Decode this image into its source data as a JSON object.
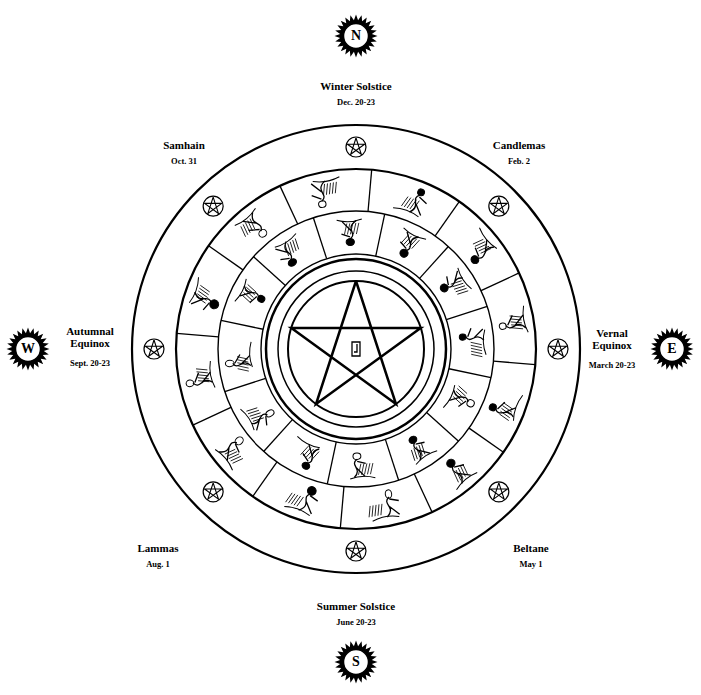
{
  "diagram": {
    "nodes": [
      {
        "text": [
          "N"
        ]
      },
      {
        "text": [
          "W"
        ]
      },
      {
        "text": [
          "E"
        ]
      },
      {
        "text": [
          "S"
        ]
      }
    ],
    "labels": [
      "Winter Solstice",
      "Dec. 20-23",
      "Candlemas",
      "Feb. 2",
      "Vernal Equinox",
      "March 20-23",
      "Beltane",
      "May 1",
      "Summer Solstice",
      "June 20-23",
      "Lammas",
      "Aug. 1",
      "Autumnal Equinox",
      "Sept. 20-23",
      "Samhain",
      "Oct. 31"
    ]
  }
}
